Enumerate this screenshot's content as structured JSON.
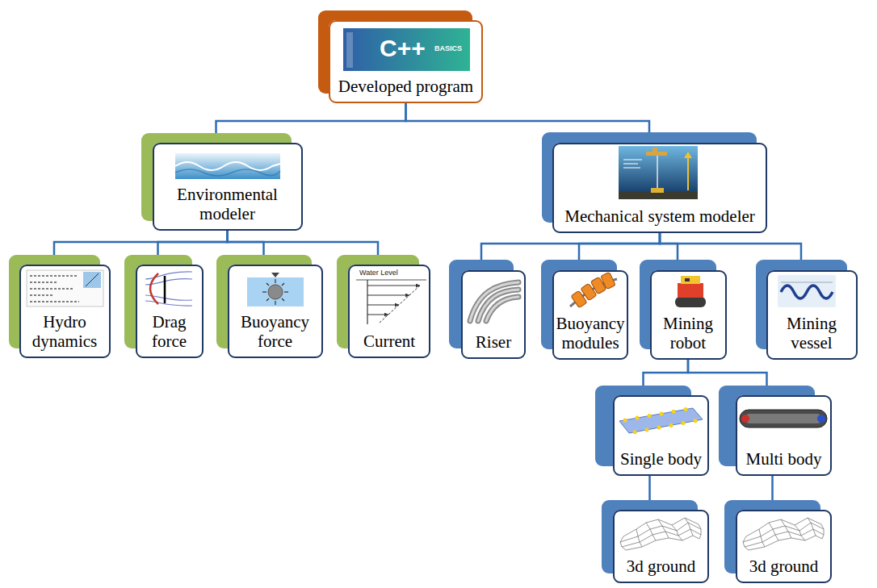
{
  "diagram": {
    "nodes": [
      {
        "text": [
          "Developed program"
        ]
      },
      {
        "text": [
          "Environmental modeler"
        ]
      },
      {
        "text": [
          "Mechanical system modeler"
        ]
      },
      {
        "text": [
          "Hydro dynamics"
        ]
      },
      {
        "text": [
          "Drag force"
        ]
      },
      {
        "text": [
          "Buoyancy force"
        ]
      },
      {
        "text": [
          "Current"
        ]
      },
      {
        "text": [
          "Riser"
        ]
      },
      {
        "text": [
          "Buoyancy modules"
        ]
      },
      {
        "text": [
          "Mining robot"
        ]
      },
      {
        "text": [
          "Mining vessel"
        ]
      },
      {
        "text": [
          "Single body"
        ]
      },
      {
        "text": [
          "Multi body"
        ]
      },
      {
        "text": [
          "3d ground"
        ]
      },
      {
        "text": [
          "3d ground"
        ]
      }
    ],
    "edges": [
      {
        "from": 0,
        "to": 1,
        "arrow": "none"
      },
      {
        "from": 0,
        "to": 2,
        "arrow": "none"
      },
      {
        "from": 1,
        "to": 3,
        "arrow": "none"
      },
      {
        "from": 1,
        "to": 4,
        "arrow": "none"
      },
      {
        "from": 1,
        "to": 5,
        "arrow": "none"
      },
      {
        "from": 1,
        "to": 6,
        "arrow": "none"
      },
      {
        "from": 2,
        "to": 7,
        "arrow": "none"
      },
      {
        "from": 2,
        "to": 8,
        "arrow": "none"
      },
      {
        "from": 2,
        "to": 9,
        "arrow": "none"
      },
      {
        "from": 2,
        "to": 10,
        "arrow": "none"
      },
      {
        "from": 9,
        "to": 11,
        "arrow": "none"
      },
      {
        "from": 9,
        "to": 12,
        "arrow": "none"
      },
      {
        "from": 11,
        "to": 13,
        "arrow": "none"
      },
      {
        "from": 12,
        "to": 14,
        "arrow": "none"
      }
    ],
    "labels": [
      "C++",
      "BASICS",
      "Water Level"
    ]
  }
}
